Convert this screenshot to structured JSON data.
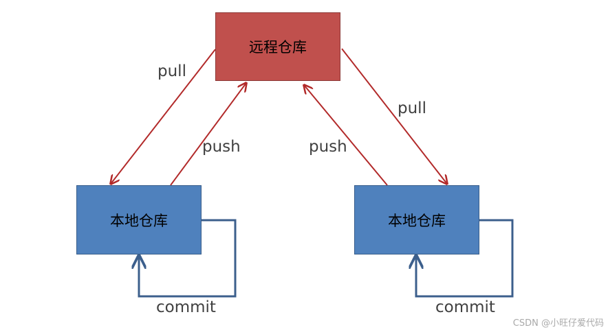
{
  "nodes": {
    "remote": "远程仓库",
    "local_left": "本地仓库",
    "local_right": "本地仓库"
  },
  "edges": {
    "pull_left": "pull",
    "push_left": "push",
    "push_right": "push",
    "pull_right": "pull",
    "commit_left": "commit",
    "commit_right": "commit"
  },
  "watermark": "CSDN @小旺仔爱代码",
  "colors": {
    "remote_fill": "#c0504d",
    "local_fill": "#4f81bd",
    "sync_arrow": "#b22a2a",
    "commit_arrow": "#3c5f8c"
  }
}
